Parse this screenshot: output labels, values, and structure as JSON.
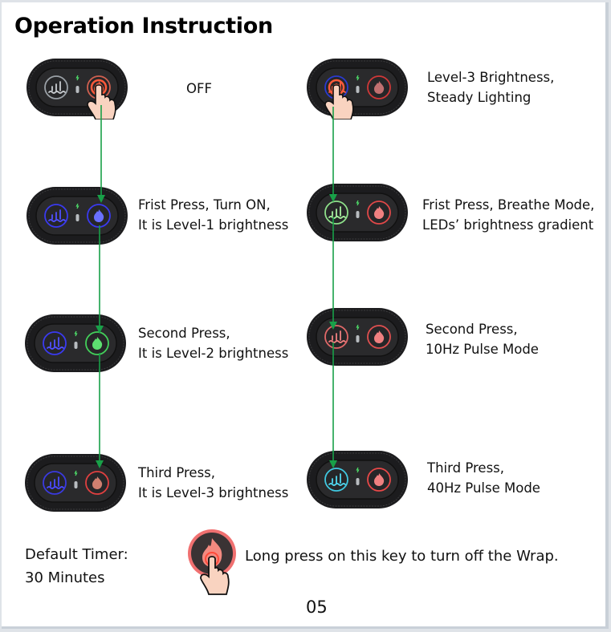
{
  "title": "Operation Instruction",
  "left_column": [
    {
      "label": "OFF",
      "left_ring": "#9aa0a6",
      "left_icon": "#c8ccd0",
      "right_ring": "#d06050",
      "right_icon": "#e05a40",
      "pressed": "right"
    },
    {
      "label_line1": "Frist Press, Turn ON,",
      "label_line2": "It is Level-1 brightness",
      "left_ring": "#3a3af0",
      "left_icon": "#5050ff",
      "right_ring": "#3a3af0",
      "right_icon": "#6a70ff"
    },
    {
      "label_line1": "Second Press,",
      "label_line2": "It is Level-2 brightness",
      "left_ring": "#3a3af0",
      "left_icon": "#5050ff",
      "right_ring": "#43d05a",
      "right_icon": "#5de070"
    },
    {
      "label_line1": "Third Press,",
      "label_line2": "It is Level-3 brightness",
      "left_ring": "#3a3ae0",
      "left_icon": "#4a4aff",
      "right_ring": "#e04040",
      "right_icon": "#d08070"
    }
  ],
  "right_column": [
    {
      "label_line1": "Level-3 Brightness,",
      "label_line2": "Steady Lighting",
      "left_ring": "#2a3ad0",
      "left_icon": "#ff6040",
      "right_ring": "#d03838",
      "right_icon": "#c07070",
      "pressed": "left"
    },
    {
      "label_line1": "Frist Press, Breathe Mode,",
      "label_line2": "LEDs’ brightness gradient",
      "left_ring": "#8ee08a",
      "left_icon": "#a8f0a0",
      "right_ring": "#e04848",
      "right_icon": "#f08080"
    },
    {
      "label_line1": "Second Press,",
      "label_line2": "10Hz Pulse Mode",
      "left_ring": "#e06868",
      "left_icon": "#f08080",
      "right_ring": "#e05050",
      "right_icon": "#f08080"
    },
    {
      "label_line1": "Third Press,",
      "label_line2": "40Hz Pulse Mode",
      "left_ring": "#40c8e0",
      "left_icon": "#50d8f0",
      "right_ring": "#e84848",
      "right_icon": "#f08080"
    }
  ],
  "timer": {
    "line1": "Default Timer:",
    "line2": "30 Minutes"
  },
  "long_press_text": "Long press on this key to turn off the Wrap.",
  "page_number": "05",
  "colors": {
    "arrow": "#18a048",
    "device_body": "#1c1c1e",
    "device_panel": "#2a2a2c",
    "indicator_led": "#4ee06a"
  }
}
